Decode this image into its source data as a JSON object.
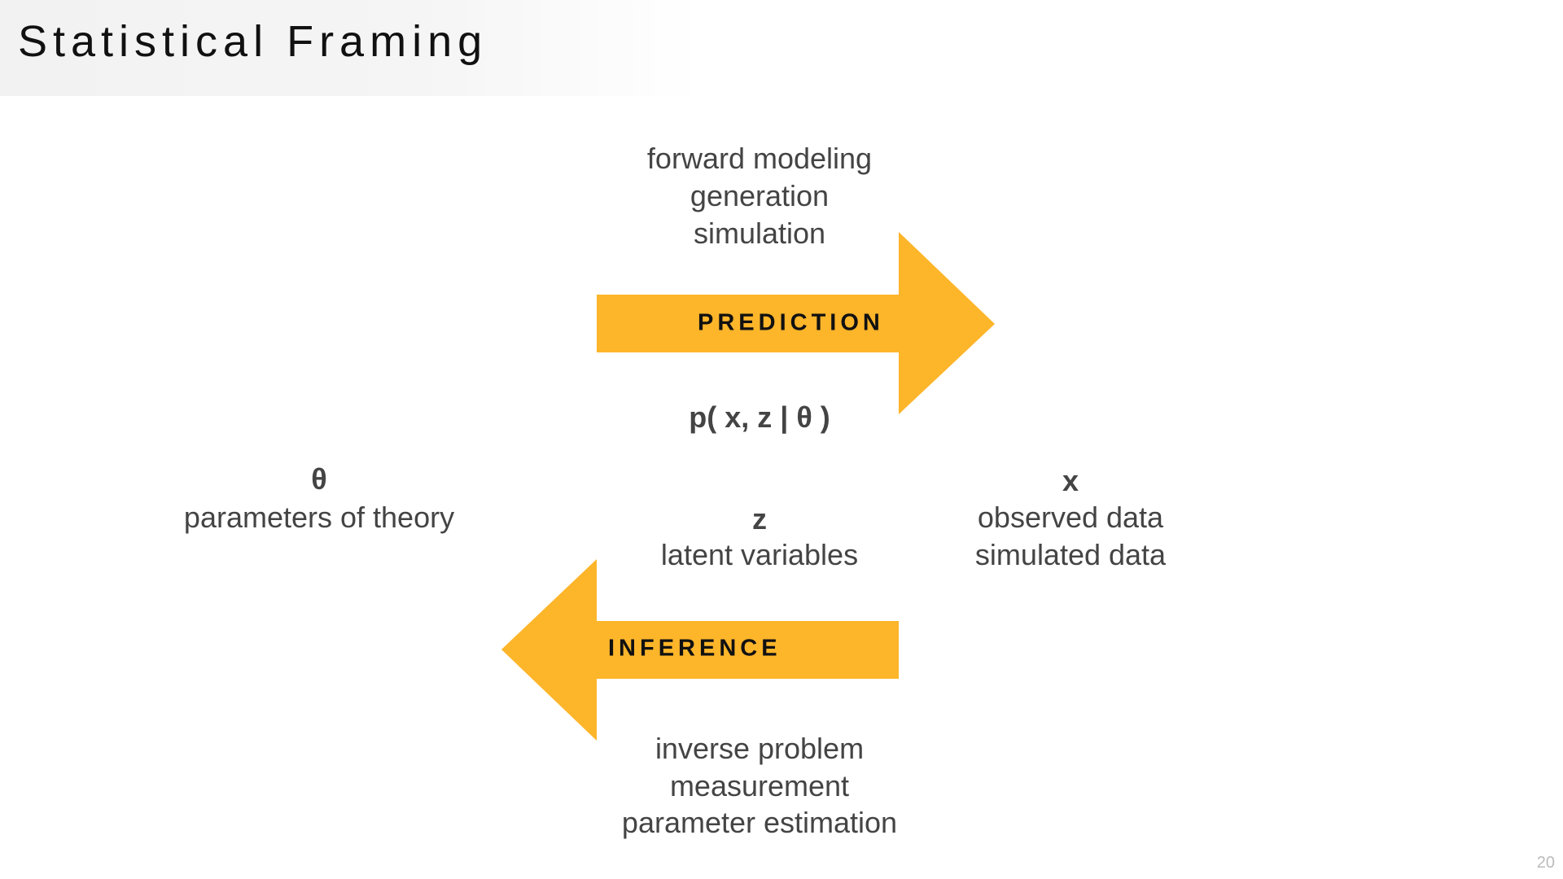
{
  "title": "Statistical Framing",
  "colors": {
    "arrow": "#FDB52A",
    "text": "#444444"
  },
  "prediction": {
    "label": "PREDICTION",
    "above": [
      "forward modeling",
      "generation",
      "simulation"
    ],
    "formula": "p( x, z | θ )"
  },
  "inference": {
    "label": "INFERENCE",
    "below": [
      "inverse problem",
      "measurement",
      "parameter estimation"
    ]
  },
  "theta": {
    "symbol": "θ",
    "desc": "parameters of theory"
  },
  "z": {
    "symbol": "z",
    "desc": "latent variables"
  },
  "x": {
    "symbol": "x",
    "desc": [
      "observed data",
      "simulated data"
    ]
  },
  "page_number": "20"
}
